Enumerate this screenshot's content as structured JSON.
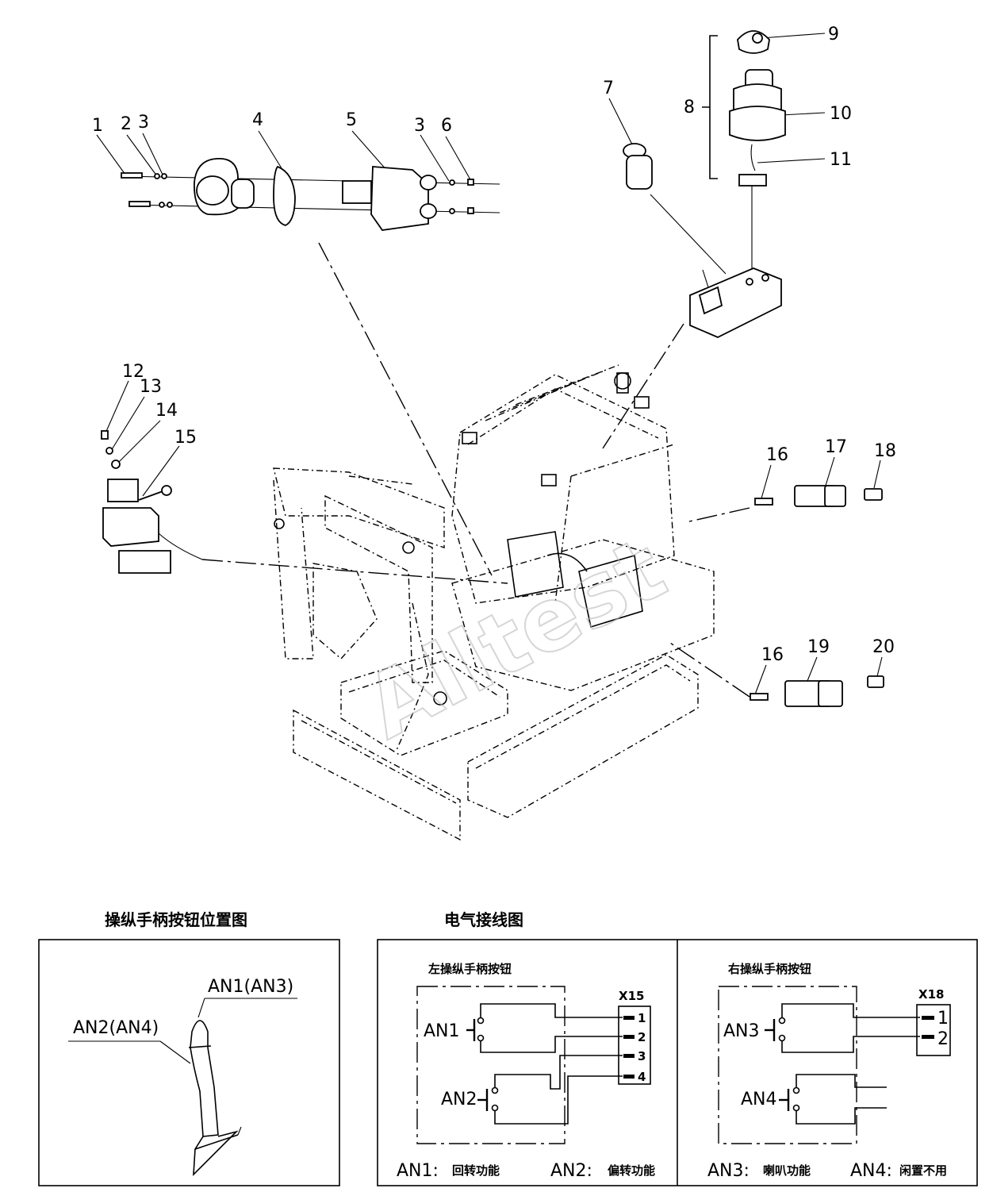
{
  "callouts": [
    "1",
    "2",
    "3",
    "4",
    "5",
    "3",
    "6",
    "7",
    "8",
    "9",
    "10",
    "11",
    "12",
    "13",
    "14",
    "15",
    "16",
    "17",
    "18",
    "16",
    "19",
    "20"
  ],
  "watermark": "Alltest",
  "joystick_panel": {
    "title": "操纵手柄按钮位置图",
    "label_an1": "AN1(AN3)",
    "label_an2": "AN2(AN4)"
  },
  "wiring_panel": {
    "title": "电气接线图",
    "left": {
      "title": "左操纵手柄按钮",
      "connector": "X15",
      "pins": [
        "1",
        "2",
        "3",
        "4"
      ],
      "btn_a": "AN1",
      "btn_b": "AN2",
      "legend_a_code": "AN1:",
      "legend_a_text": "回转功能",
      "legend_b_code": "AN2:",
      "legend_b_text": "偏转功能"
    },
    "right": {
      "title": "右操纵手柄按钮",
      "connector": "X18",
      "pins": [
        "1",
        "2"
      ],
      "btn_a": "AN3",
      "btn_b": "AN4",
      "legend_a_code": "AN3:",
      "legend_a_text": "喇叭功能",
      "legend_b_code": "AN4:",
      "legend_b_text": "闲置不用"
    }
  }
}
